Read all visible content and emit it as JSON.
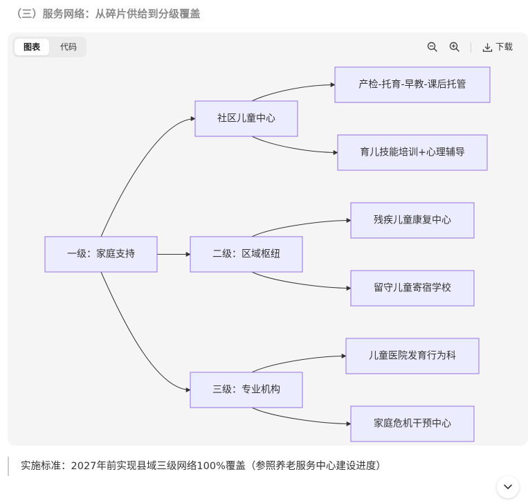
{
  "heading": "（三）服务网络：从碎片供给到分级覆盖",
  "toolbar": {
    "tab_chart": "图表",
    "tab_code": "代码",
    "zoom_out_icon": "zoom-out-icon",
    "zoom_in_icon": "zoom-in-icon",
    "download_icon": "download-icon",
    "download_label": "下载"
  },
  "diagram": {
    "nodes": {
      "root": "一级：家庭支持",
      "l2_community": "社区儿童中心",
      "l2_hub": "二级：区域枢纽",
      "l3_inst": "三级：专业机构",
      "leaf_childcare": "产检-托育-早教-课后托管",
      "leaf_training": "育儿技能培训+心理辅导",
      "leaf_rehab": "残疾儿童康复中心",
      "leaf_boarding": "留守儿童寄宿学校",
      "leaf_hospital": "儿童医院发育行为科",
      "leaf_crisis": "家庭危机干预中心"
    },
    "edges": [
      [
        "root",
        "l2_community"
      ],
      [
        "root",
        "l2_hub"
      ],
      [
        "root",
        "l3_inst"
      ],
      [
        "l2_community",
        "leaf_childcare"
      ],
      [
        "l2_community",
        "leaf_training"
      ],
      [
        "l2_hub",
        "leaf_rehab"
      ],
      [
        "l2_hub",
        "leaf_boarding"
      ],
      [
        "l3_inst",
        "leaf_hospital"
      ],
      [
        "l3_inst",
        "leaf_crisis"
      ]
    ],
    "colors": {
      "node_fill": "#ECECFF",
      "node_stroke": "#9370DB",
      "edge": "#333333"
    }
  },
  "note": "实施标准：2027年前实现县域三级网络100%覆盖（参照养老服务中心建设进度）",
  "scroll_icon": "chevron-down-icon"
}
